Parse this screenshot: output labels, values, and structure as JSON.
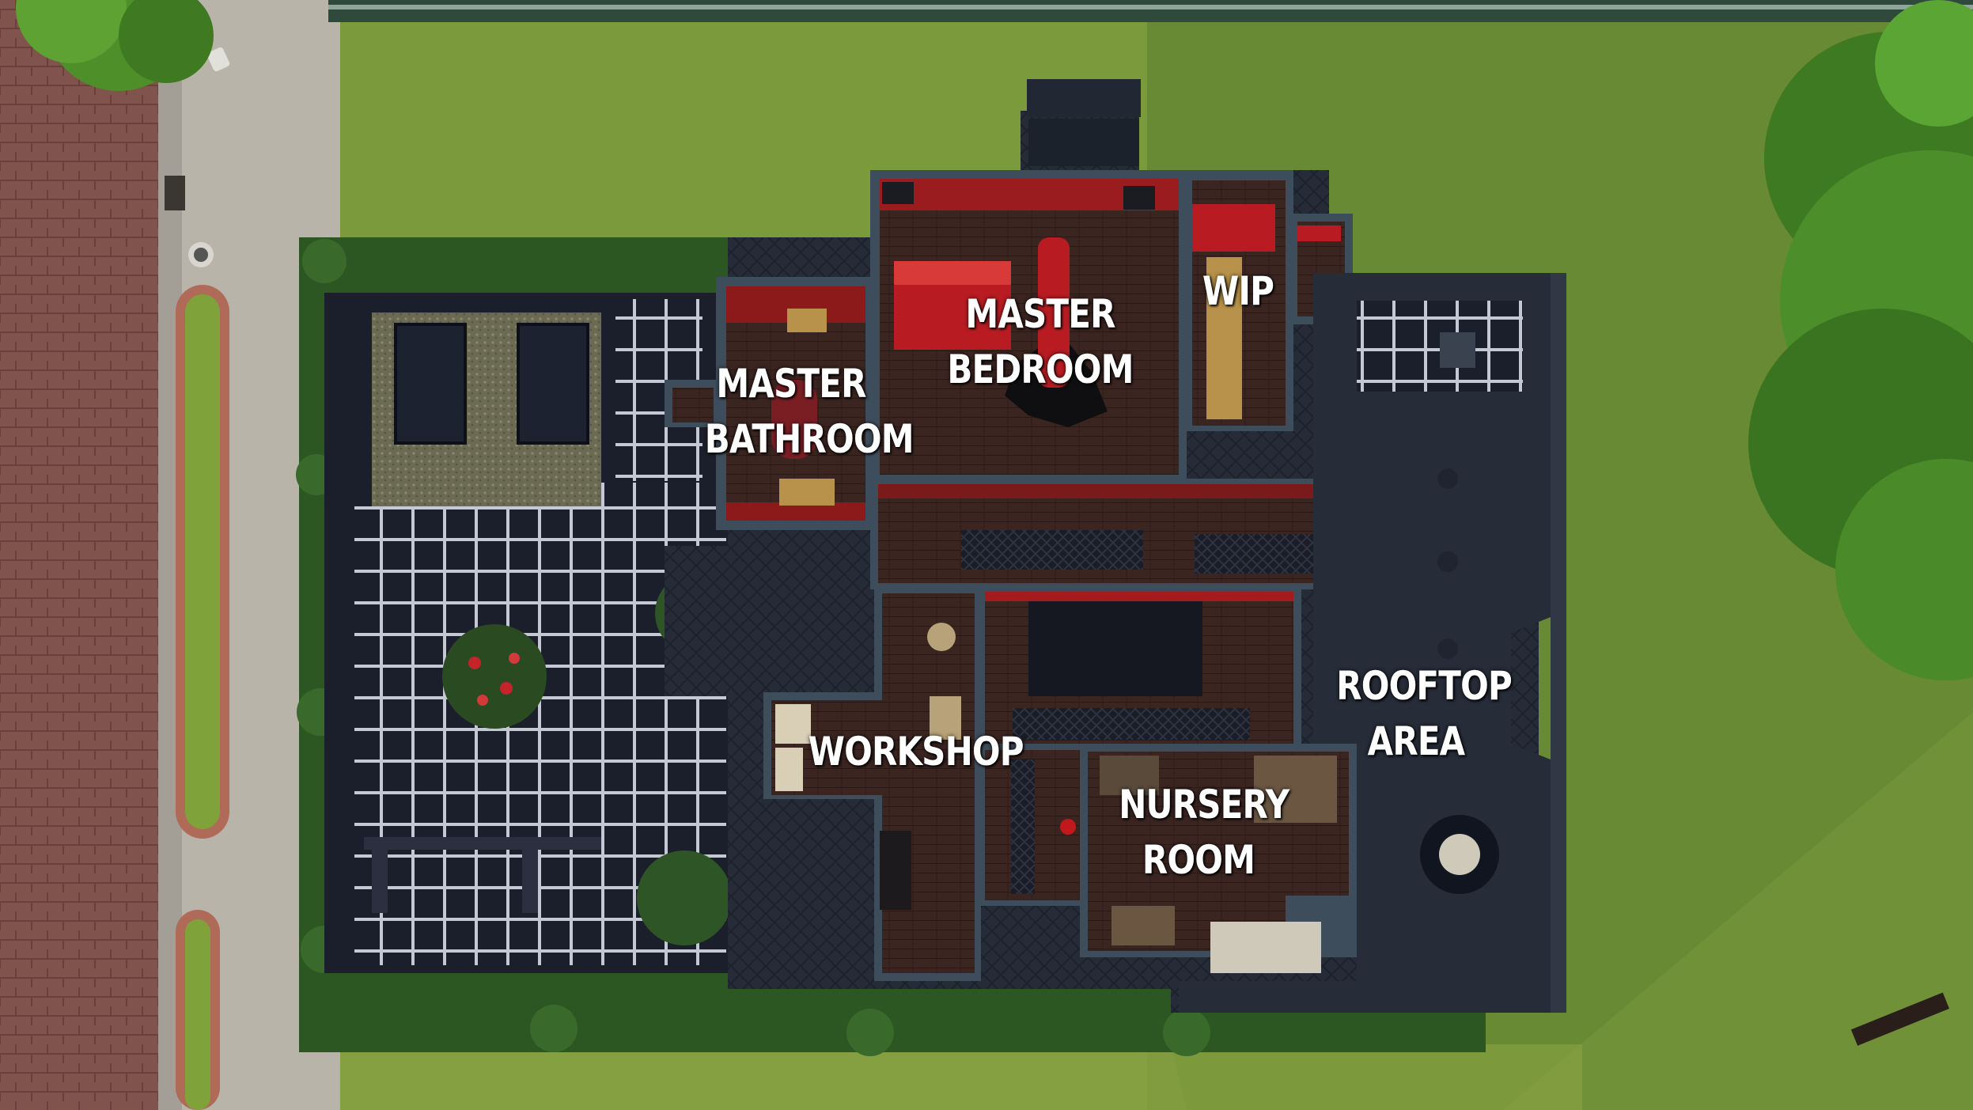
{
  "scene": {
    "view": "top-down build mode floor plan",
    "colors": {
      "lawn": "#7a9a3c",
      "lawn_shadow": "#58772d",
      "road": "#8a5a52",
      "sidewalk": "#b7b2a8",
      "hedge": "#2f5a22",
      "tree": "#4c8a2a",
      "patio_tile": "#1b1f2b",
      "patio_grid": "#c7cbd6",
      "roof": "#252c38",
      "wall": "#3e4d5c",
      "floor_wood": "#3a2420",
      "accent_red": "#c0181b",
      "rug_gold": "#b8924a",
      "rooftop_deck": "#2a303c"
    },
    "icons": {
      "bush": "flower-bush-icon",
      "outdoor_table": "patio-table-icon",
      "bench": "park-bench-icon"
    }
  },
  "rooms": {
    "master_bedroom": "MASTER BEDROOM",
    "wip": "WIP",
    "master_bathroom": "MASTER\nBATHROOM",
    "workshop": "WORKSHOP",
    "rooftop_area": "ROOFTOP\nAREA",
    "nursery_room": "NURSERY\nROOM"
  }
}
